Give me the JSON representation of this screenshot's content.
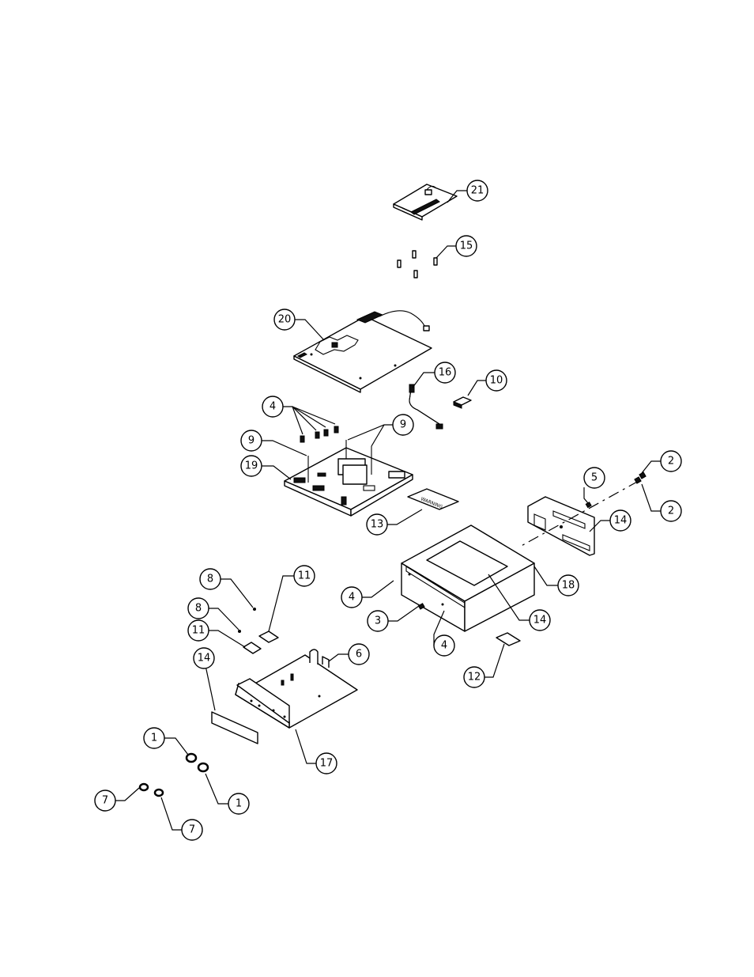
{
  "callouts": [
    {
      "id": "c21",
      "number": "21"
    },
    {
      "id": "c15",
      "number": "15"
    },
    {
      "id": "c20",
      "number": "20"
    },
    {
      "id": "c16",
      "number": "16"
    },
    {
      "id": "c10",
      "number": "10"
    },
    {
      "id": "c4a",
      "number": "4"
    },
    {
      "id": "c9a",
      "number": "9"
    },
    {
      "id": "c9b",
      "number": "9"
    },
    {
      "id": "c19",
      "number": "19"
    },
    {
      "id": "c13",
      "number": "13"
    },
    {
      "id": "c2a",
      "number": "2"
    },
    {
      "id": "c5",
      "number": "5"
    },
    {
      "id": "c2b",
      "number": "2"
    },
    {
      "id": "c14a",
      "number": "14"
    },
    {
      "id": "c8a",
      "number": "8"
    },
    {
      "id": "c11a",
      "number": "11"
    },
    {
      "id": "c4b",
      "number": "4"
    },
    {
      "id": "c18",
      "number": "18"
    },
    {
      "id": "c8b",
      "number": "8"
    },
    {
      "id": "c3",
      "number": "3"
    },
    {
      "id": "c14b",
      "number": "14"
    },
    {
      "id": "c11b",
      "number": "11"
    },
    {
      "id": "c4c",
      "number": "4"
    },
    {
      "id": "c14c",
      "number": "14"
    },
    {
      "id": "c6",
      "number": "6"
    },
    {
      "id": "c12",
      "number": "12"
    },
    {
      "id": "c17",
      "number": "17"
    },
    {
      "id": "c1a",
      "number": "1"
    },
    {
      "id": "c1b",
      "number": "1"
    },
    {
      "id": "c7a",
      "number": "7"
    },
    {
      "id": "c7b",
      "number": "7"
    }
  ],
  "warning_label_text": "WARNING",
  "colors": {
    "line": "#000000",
    "background": "#ffffff"
  }
}
